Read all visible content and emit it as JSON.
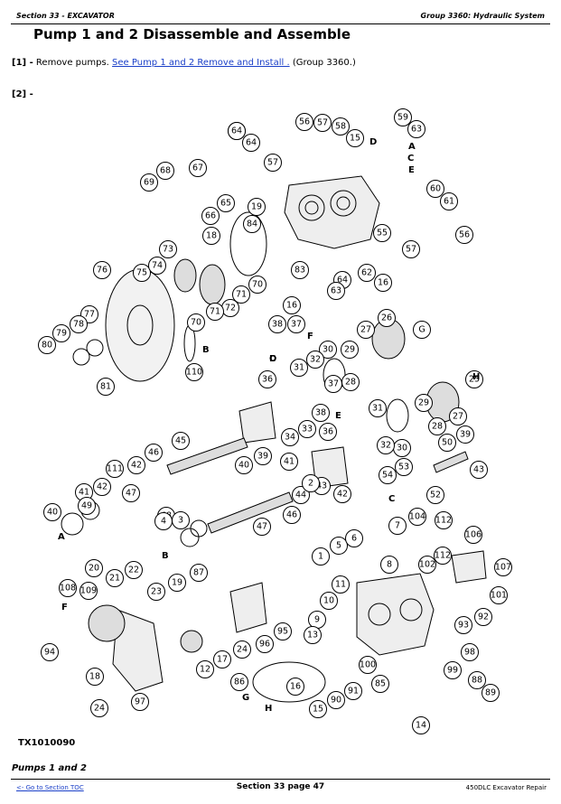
{
  "header": {
    "section": "Section 33 - EXCAVATOR",
    "group": "Group 3360: Hydraulic System"
  },
  "title": "Pump 1 and 2 Disassemble and Assemble",
  "steps": [
    {
      "num": "[1] -",
      "text_before": "Remove pumps.",
      "link": "See Pump 1 and 2 Remove and Install .",
      "text_after": "(Group 3360.)"
    },
    {
      "num": "[2] -"
    }
  ],
  "figure": {
    "id": "TX1010090",
    "caption": "Pumps 1 and 2",
    "callouts": [
      "63",
      "56",
      "57",
      "58",
      "59",
      "63",
      "64",
      "64",
      "15",
      "68",
      "67",
      "57",
      "69",
      "65",
      "19",
      "60",
      "61",
      "66",
      "84",
      "18",
      "55",
      "56",
      "73",
      "57",
      "76",
      "75",
      "74",
      "71",
      "70",
      "64",
      "62",
      "16",
      "83",
      "63",
      "16",
      "77",
      "78",
      "79",
      "80",
      "72",
      "71",
      "70",
      "110",
      "81",
      "38",
      "37",
      "26",
      "27",
      "G",
      "29",
      "30",
      "31",
      "32",
      "28",
      "36",
      "37",
      "38",
      "33",
      "36",
      "34",
      "45",
      "39",
      "40",
      "25",
      "27",
      "28",
      "29",
      "31",
      "30",
      "32",
      "50",
      "53",
      "54",
      "52",
      "41",
      "111",
      "42",
      "46",
      "41",
      "42",
      "47",
      "48",
      "49",
      "40",
      "39",
      "43",
      "44",
      "42",
      "43",
      "46",
      "47",
      "2",
      "3",
      "4",
      "7",
      "104",
      "112",
      "106",
      "20",
      "21",
      "22",
      "1",
      "5",
      "6",
      "8",
      "102",
      "112",
      "107",
      "108",
      "109",
      "23",
      "19",
      "87",
      "11",
      "10",
      "9",
      "101",
      "92",
      "93",
      "94",
      "95",
      "96",
      "24",
      "17",
      "12",
      "13",
      "100",
      "98",
      "99",
      "18",
      "97",
      "24",
      "86",
      "16",
      "90",
      "91",
      "85",
      "88",
      "89",
      "15",
      "14"
    ],
    "letters": [
      "D",
      "A",
      "C",
      "E",
      "B",
      "F",
      "C",
      "E",
      "H",
      "D",
      "C",
      "A",
      "B",
      "F",
      "G",
      "H"
    ]
  },
  "footer": {
    "toc_link": "<- Go to Section TOC",
    "page": "Section 33 page 47",
    "doc": "450DLC Excavator Repair"
  }
}
